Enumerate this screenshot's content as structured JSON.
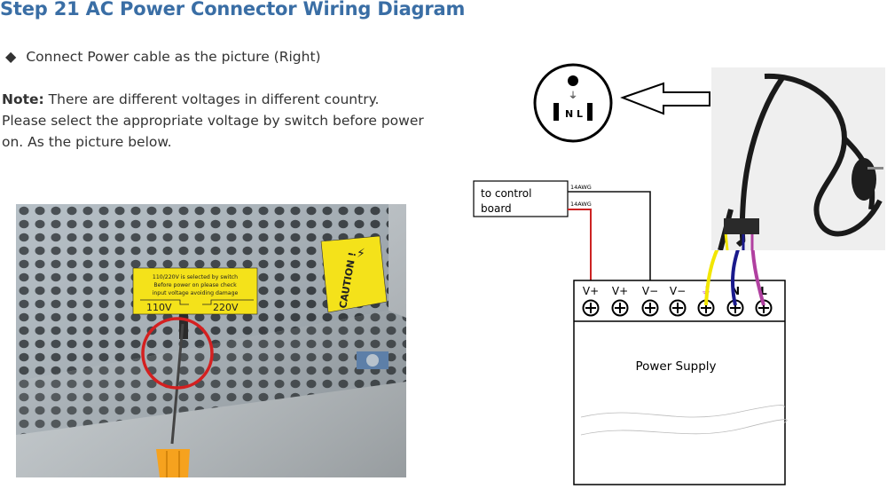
{
  "title": "Step 21  AC Power Connector Wiring Diagram",
  "bullet": {
    "symbol": "◆",
    "text": "Connect Power cable as the picture (Right)"
  },
  "note": {
    "label": "Note:",
    "line1": " There are different voltages in different country.",
    "line2": "Please select the appropriate voltage by switch before power",
    "line3": "on. As the picture below."
  },
  "photo": {
    "label_text_1": "110/220V  is selected by switch",
    "label_text_2": "Before power on please check",
    "label_text_3": "input voltage avoiding damage",
    "v110": "110V",
    "v220": "220V",
    "caution": "CAUTION !"
  },
  "outlet": {
    "ground": "⏚",
    "n": "N",
    "l": "L"
  },
  "control_box": {
    "line1": "to  control",
    "line2": "board"
  },
  "wire_gauge_1": "14AWG",
  "wire_gauge_2": "14AWG",
  "terminals": [
    "V+",
    "V+",
    "V−",
    "V−",
    "⏚",
    "N",
    "L"
  ],
  "power_supply_label": "Power Supply",
  "colors": {
    "title": "#3a6ea5",
    "wire_red": "#cc2222",
    "wire_yellow": "#f2e600",
    "wire_blue": "#1a1a8c",
    "wire_purple": "#b040a0",
    "ground_symbol": "#c040c0",
    "highlight_circle": "#d42020",
    "label_yellow": "#f4e21a"
  }
}
